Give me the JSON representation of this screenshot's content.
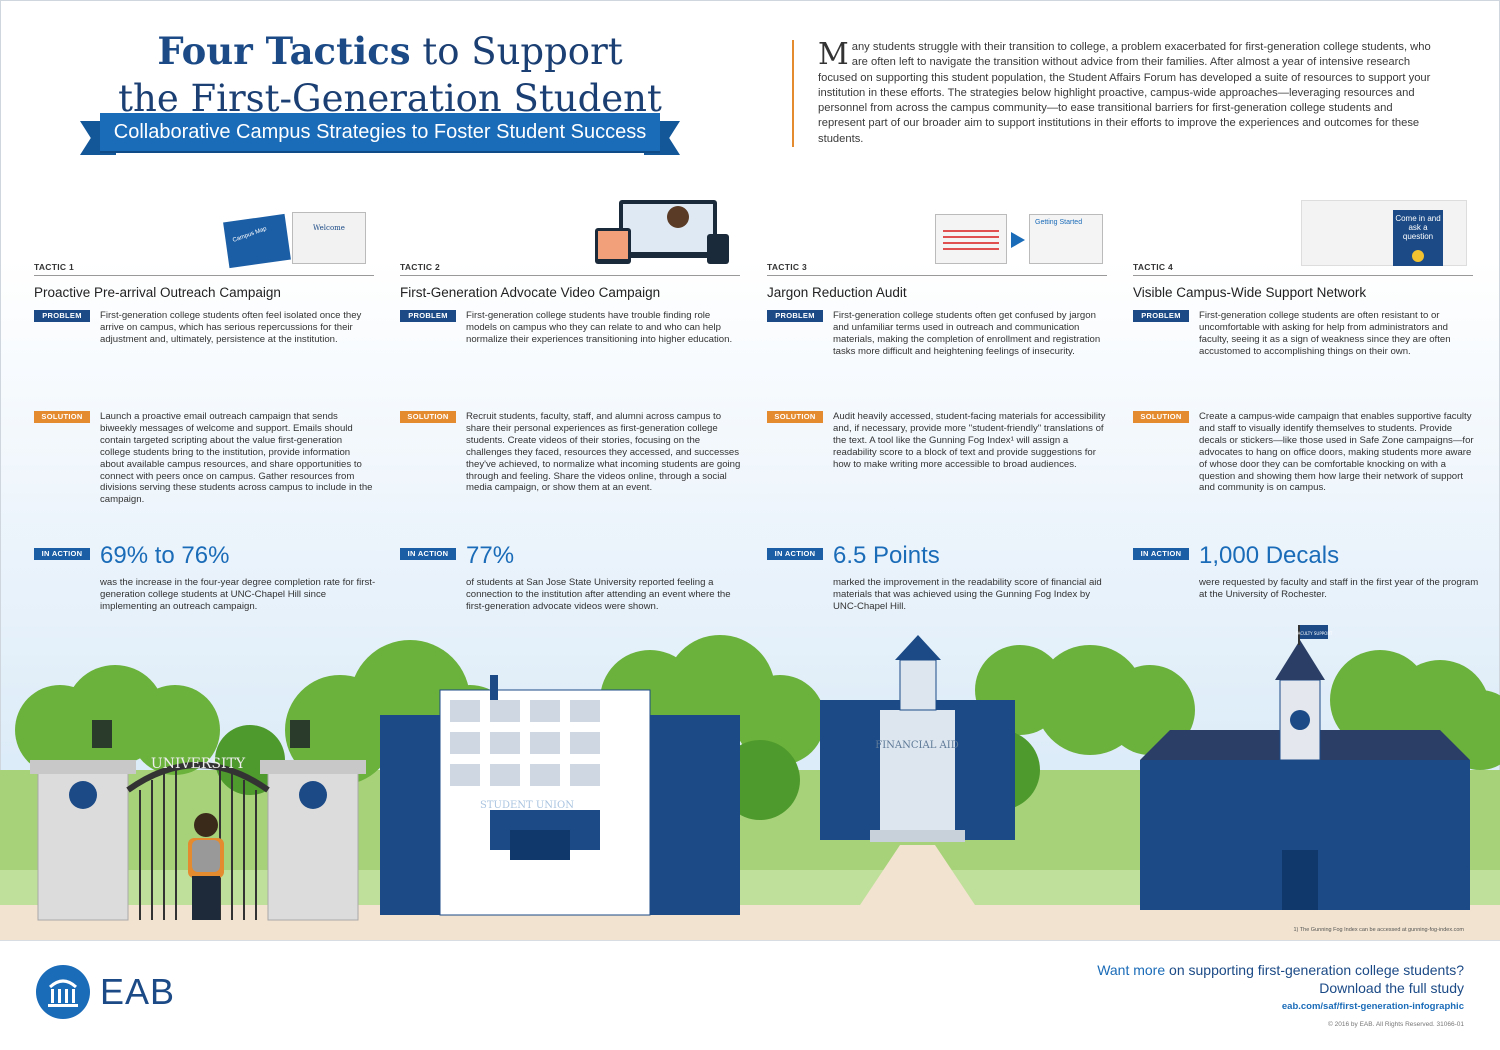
{
  "header": {
    "title_bold": "Four Tactics",
    "title_rest": " to Support",
    "title_line2": "the First-Generation Student",
    "ribbon": "Collaborative Campus Strategies to Foster Student Success"
  },
  "intro": {
    "dropcap": "M",
    "text": "any students struggle with their transition to college, a problem exacerbated for first-generation college students, who are often left to navigate the transition without advice from their families. After almost a year of intensive research focused on supporting this student population, the Student Affairs Forum has developed a suite of resources to support your institution in these efforts. The strategies below highlight proactive, campus-wide approaches—leveraging resources and personnel from across the campus community—to ease transitional barriers for first-generation college students and represent part of our broader aim to support institutions in their efforts to improve the experiences and outcomes for these students."
  },
  "labels": {
    "problem": "PROBLEM",
    "solution": "SOLUTION",
    "in_action": "IN ACTION"
  },
  "tactics": [
    {
      "number": "TACTIC 1",
      "title": "Proactive Pre-arrival Outreach Campaign",
      "problem": "First-generation college students often feel isolated once they arrive on campus, which has serious repercussions for their adjustment and, ultimately, persistence at the institution.",
      "solution": "Launch a proactive email outreach campaign that sends biweekly messages of welcome and support. Emails should contain targeted scripting about the value first-generation college students bring to the institution, provide information about available campus resources, and share opportunities to connect with peers once on campus. Gather resources from divisions serving these students across campus to include in the campaign.",
      "stat": "69% to 76%",
      "stat_desc": "was the increase in the four-year degree completion rate for first-generation college students at UNC-Chapel Hill since implementing an outreach campaign.",
      "illus_text_1": "Welcome",
      "illus_text_2": "Campus Map"
    },
    {
      "number": "TACTIC 2",
      "title": "First-Generation Advocate Video Campaign",
      "problem": "First-generation college students have trouble finding role models on campus who they can relate to and who can help normalize their experiences transitioning into higher education.",
      "solution": "Recruit students, faculty, staff, and alumni across campus to share their personal experiences as first-generation college students. Create videos of their stories, focusing on the challenges they faced, resources they accessed, and successes they've achieved, to normalize what incoming students are going through and feeling. Share the videos online, through a social media campaign, or show them at an event.",
      "stat": "77%",
      "stat_desc": "of students at San Jose State University reported feeling a connection to the institution after attending an event where the first-generation advocate videos were shown."
    },
    {
      "number": "TACTIC 3",
      "title": "Jargon Reduction Audit",
      "problem": "First-generation college students often get confused by jargon and unfamiliar terms used in outreach and communication materials, making the completion of enrollment and registration tasks more difficult and heightening feelings of insecurity.",
      "solution": "Audit heavily accessed, student-facing materials for accessibility and, if necessary, provide more \"student-friendly\" translations of the text. A tool like the Gunning Fog Index¹ will assign a readability score to a block of text and provide suggestions for how to make writing more accessible to broad audiences.",
      "stat": "6.5 Points",
      "stat_desc": "marked the improvement in the readability score of financial aid materials that was achieved using the Gunning Fog Index by UNC-Chapel Hill.",
      "illus_text_1": "Getting Started"
    },
    {
      "number": "TACTIC 4",
      "title": "Visible Campus-Wide Support Network",
      "problem": "First-generation college students are often resistant to or uncomfortable with asking for help from administrators and faculty, seeing it as a sign of weakness since they are often accustomed to accomplishing things on their own.",
      "solution": "Create a campus-wide campaign that enables supportive faculty and staff to visually identify themselves to students. Provide decals or stickers—like those used in Safe Zone campaigns—for advocates to hang on office doors, making students more aware of whose door they can be comfortable knocking on with a question and showing them how large their network of support and community is on campus.",
      "stat": "1,000 Decals",
      "stat_desc": "were requested by faculty and staff in the first year of the program at the University of Rochester.",
      "illus_text_1": "Come in and ask a question"
    }
  ],
  "scene": {
    "gate_sign": "UNIVERSITY",
    "union_sign": "STUDENT UNION",
    "aid_sign": "FINANCIAL AID",
    "flag_text": "FACULTY SUPPORT"
  },
  "footnote": "1) The Gunning Fog Index can be accessed at gunning-fog-index.com",
  "footer": {
    "brand": "EAB",
    "cta_highlight": "Want more",
    "cta_rest": " on supporting first-generation college students?",
    "cta_line2": "Download the full study",
    "url": "eab.com/saf/first-generation-infographic",
    "copyright": "© 2016 by EAB. All Rights Reserved. 31066-01"
  },
  "colors": {
    "navy": "#1b4a86",
    "blue": "#1a6bb8",
    "orange": "#e48a2f",
    "tree": "#6bb23c",
    "grass": "#9ccd6e"
  }
}
